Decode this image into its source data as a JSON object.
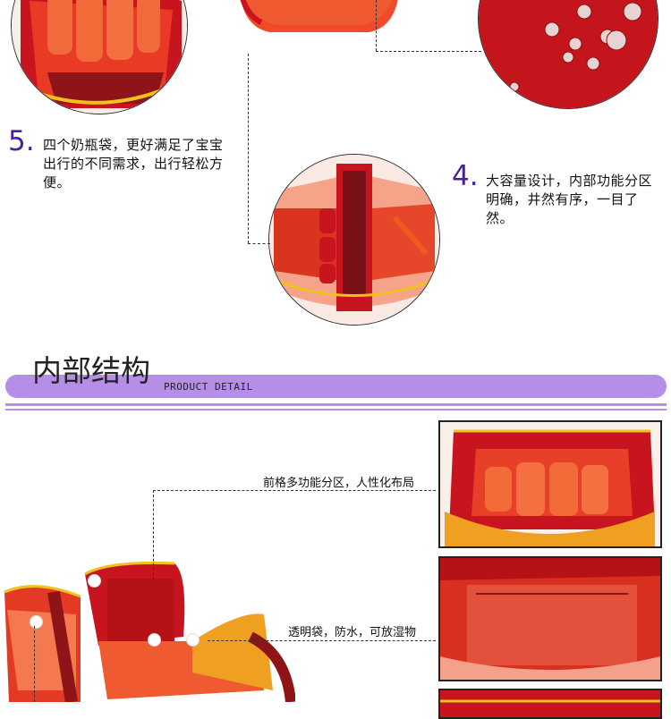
{
  "features": [
    {
      "number": "5.",
      "text": "四个奶瓶袋，更好满足了宝宝出行的不同需求，出行轻松方便。"
    },
    {
      "number": "4.",
      "text": "大容量设计，内部功能分区明确，井然有序，一目了然。"
    }
  ],
  "section": {
    "title": "内部结构",
    "subtitle": "PRODUCT DETAIL"
  },
  "callouts": [
    {
      "label": "前格多功能分区，人性化布局"
    },
    {
      "label": "透明袋，防水，可放湿物"
    }
  ],
  "colors": {
    "accent_purple": "#b58ee8",
    "number_purple": "#4a1fa0",
    "bag_red": "#c8141e",
    "bag_orange": "#f2562a",
    "bag_yellow": "#f0c21a"
  },
  "icons": {
    "water_drops": "water-drop-icon",
    "hotspot": "hotspot-dot-icon"
  }
}
